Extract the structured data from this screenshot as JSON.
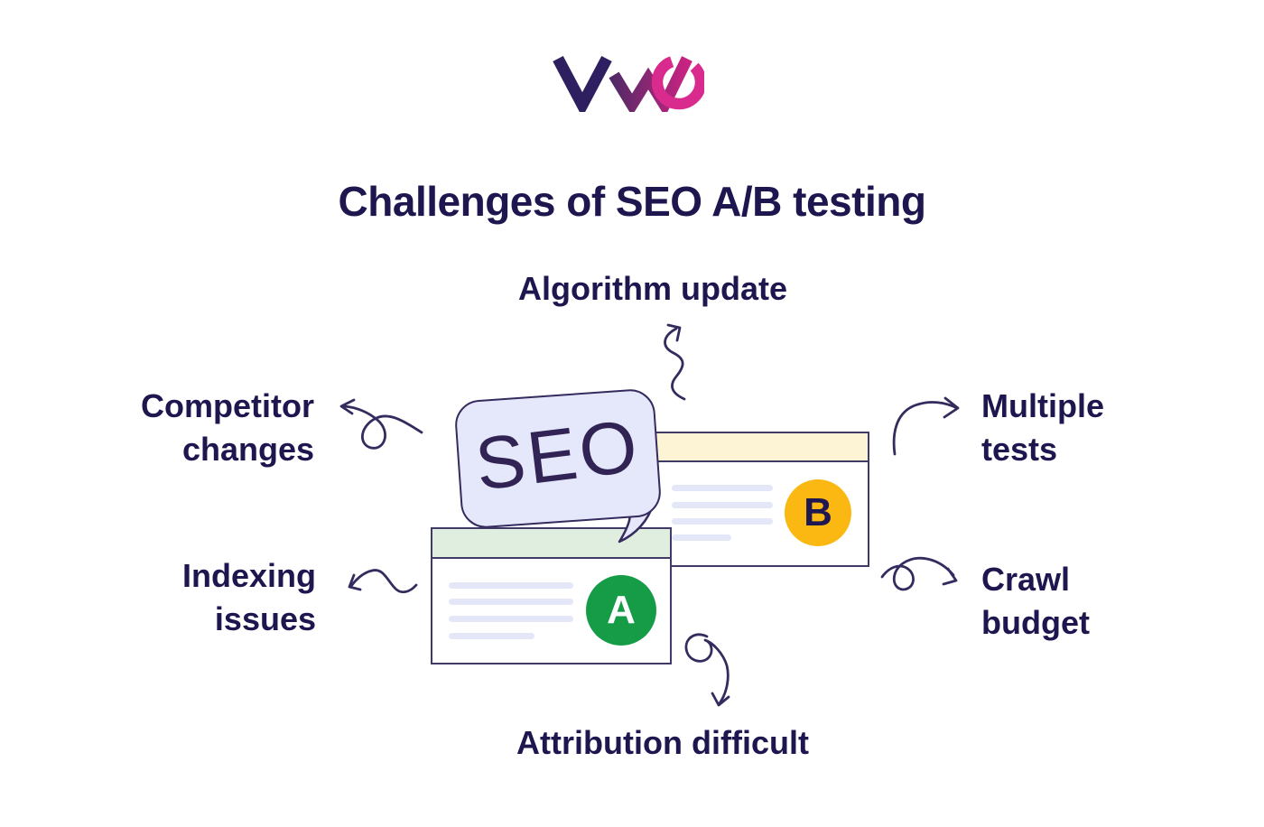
{
  "logo": {
    "brand": "VWO",
    "v_color": "#2e2060",
    "w_gradient_start": "#532a66",
    "w_gradient_end": "#c92382",
    "o_color": "#d92a8e"
  },
  "title": {
    "text": "Challenges of SEO A/B testing",
    "color": "#1d164f"
  },
  "challenges": {
    "top": {
      "id": "algorithm-update",
      "lines": [
        "Algorithm update"
      ]
    },
    "left_top": {
      "id": "competitor-changes",
      "lines": [
        "Competitor",
        "changes"
      ]
    },
    "left_bottom": {
      "id": "indexing-issues",
      "lines": [
        "Indexing",
        "issues"
      ]
    },
    "right_top": {
      "id": "multiple-tests",
      "lines": [
        "Multiple",
        "tests"
      ]
    },
    "right_bottom": {
      "id": "crawl-budget",
      "lines": [
        "Crawl",
        "budget"
      ]
    },
    "bottom": {
      "id": "attribution-difficult",
      "lines": [
        "Attribution difficult"
      ]
    }
  },
  "illustration": {
    "bubble_text": "SEO",
    "variant_a": {
      "label": "A",
      "circle_color": "#169c47",
      "header_color": "#dfeede"
    },
    "variant_b": {
      "label": "B",
      "circle_color": "#fbb712",
      "header_color": "#fdf4d6"
    },
    "outline_color": "#3f3a66",
    "arrow_color": "#352b5e",
    "skeleton_color": "#e3e7f8",
    "bubble_fill": "#e4e8fa"
  }
}
